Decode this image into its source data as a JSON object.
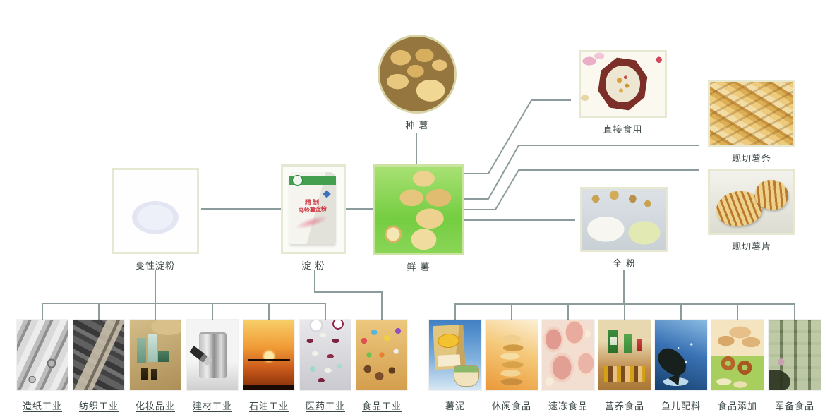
{
  "colors": {
    "line": "#8c9b9b",
    "label_text": "#3c4848",
    "box_border": "#e6e8d2",
    "fresh_green": "#7ccf44"
  },
  "nodes": {
    "seed_potato": {
      "label": "种 薯"
    },
    "modified_starch": {
      "label": "变性淀粉"
    },
    "starch": {
      "label": "淀 粉",
      "bag_text_1": "精制",
      "bag_text_2": "马铃薯淀粉"
    },
    "fresh_potato": {
      "label": "鲜 薯"
    },
    "direct_eating": {
      "label": "直接食用"
    },
    "fresh_cut_fries": {
      "label": "现切薯条"
    },
    "fresh_cut_chips": {
      "label": "现切薯片"
    },
    "whole_powder": {
      "label": "全 粉"
    }
  },
  "left_industries": [
    {
      "label": "造纸工业"
    },
    {
      "label": "纺织工业"
    },
    {
      "label": "化妆品业"
    },
    {
      "label": "建材工业"
    },
    {
      "label": "石油工业"
    },
    {
      "label": "医药工业"
    },
    {
      "label": "食品工业"
    }
  ],
  "right_products": [
    {
      "label": "薯泥"
    },
    {
      "label": "休闲食品"
    },
    {
      "label": "速冻食品"
    },
    {
      "label": "营养食品"
    },
    {
      "label": "鱼儿配料"
    },
    {
      "label": "食品添加"
    },
    {
      "label": "军备食品"
    }
  ]
}
